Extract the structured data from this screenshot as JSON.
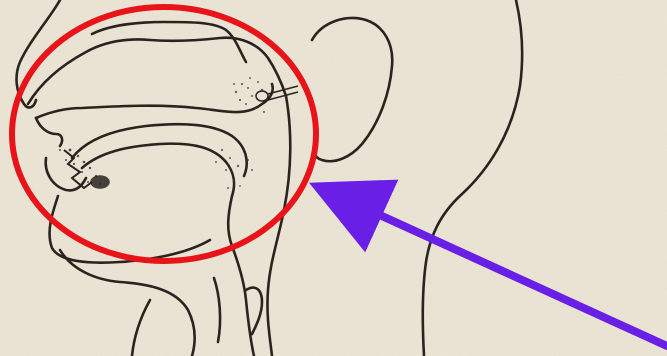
{
  "diagram": {
    "subject": "vocal-tract-side-profile",
    "colors": {
      "paper": "#ece6d6",
      "ink": "#2a2420",
      "stipple": "#3a322c",
      "highlight_circle": "#e8141a",
      "arrow": "#6a1fe6"
    },
    "annotations": [
      {
        "kind": "circle",
        "marks": "oral-cavity"
      },
      {
        "kind": "arrow",
        "points_to": "oral-cavity"
      }
    ]
  }
}
